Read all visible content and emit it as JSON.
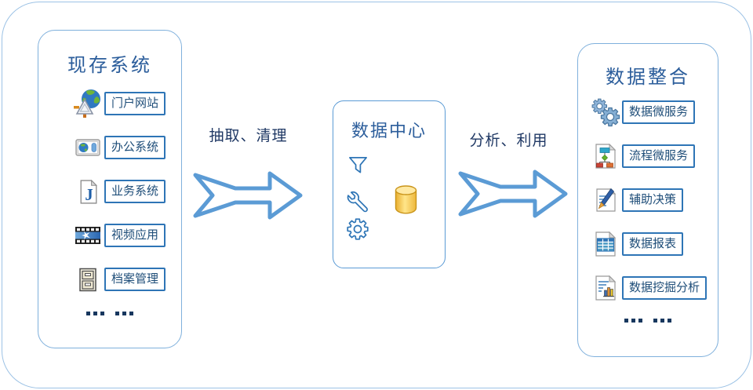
{
  "left_panel": {
    "title": "现存系统",
    "items": [
      {
        "label": "门户网站",
        "icon": "globe-antenna-icon"
      },
      {
        "label": "办公系统",
        "icon": "browser-globe-icon"
      },
      {
        "label": "业务系统",
        "icon": "document-j-icon"
      },
      {
        "label": "视频应用",
        "icon": "film-strip-icon"
      },
      {
        "label": "档案管理",
        "icon": "file-cabinet-icon"
      }
    ],
    "ellipsis": "... ..."
  },
  "flow_left": {
    "label": "抽取、清理"
  },
  "center_box": {
    "title": "数据中心",
    "icons": [
      "funnel-icon",
      "wrench-icon",
      "gear-icon",
      "database-cylinder-icon"
    ]
  },
  "flow_right": {
    "label": "分析、利用"
  },
  "right_panel": {
    "title": "数据整合",
    "items": [
      {
        "label": "数据微服务",
        "icon": "gears-icon"
      },
      {
        "label": "流程微服务",
        "icon": "flowchart-document-icon"
      },
      {
        "label": "辅助决策",
        "icon": "pen-document-icon"
      },
      {
        "label": "数据报表",
        "icon": "table-document-icon"
      },
      {
        "label": "数据挖掘分析",
        "icon": "chart-document-icon"
      }
    ],
    "ellipsis": "... ..."
  },
  "colors": {
    "accent_blue": "#5B9BD5",
    "tag_border": "#2E75B6",
    "title_text": "#2B5D9B",
    "label_text": "#1F4E79",
    "flow_text": "#1F3864",
    "database_gold": "#F7C948"
  }
}
